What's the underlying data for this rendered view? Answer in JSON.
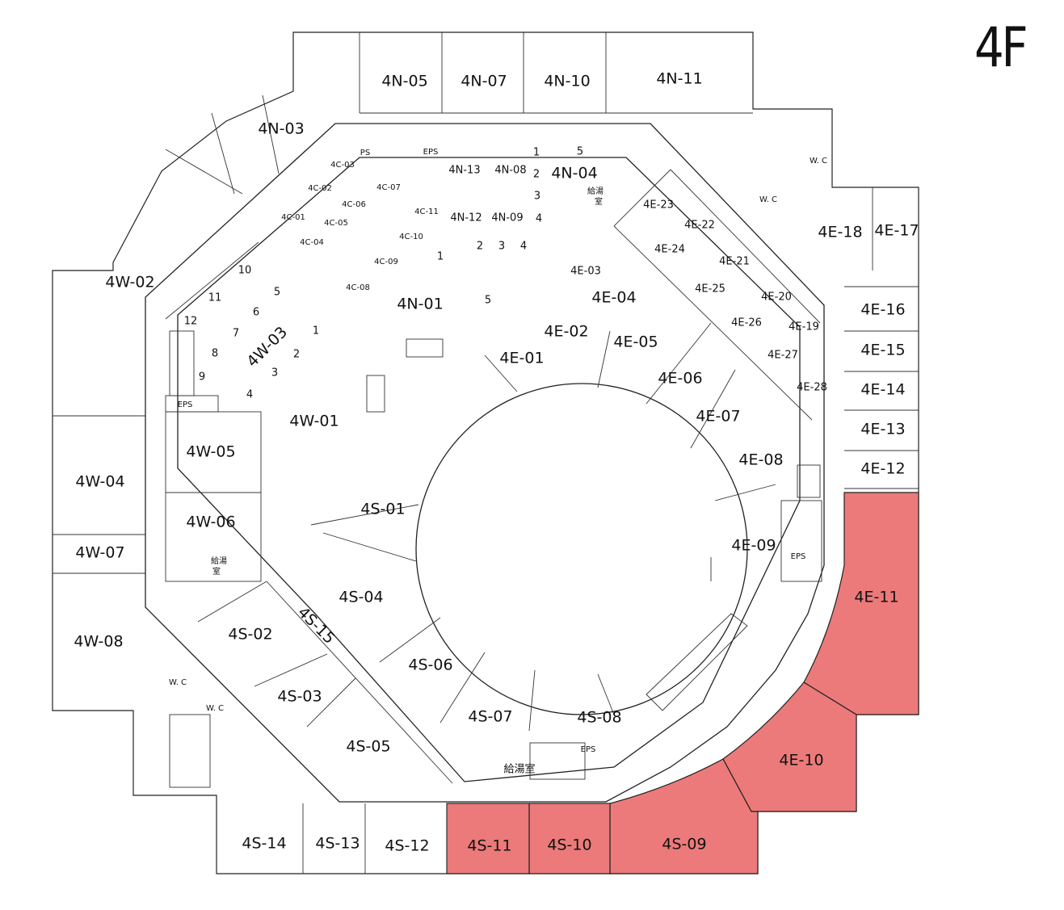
{
  "floor_label": "4F",
  "highlight_color": "#ec7a7a",
  "highlighted_units": [
    "4E-11",
    "4E-10",
    "4S-09",
    "4S-10",
    "4S-11"
  ],
  "units": {
    "north": [
      "4N-01",
      "4N-03",
      "4N-04",
      "4N-05",
      "4N-07",
      "4N-08",
      "4N-09",
      "4N-10",
      "4N-11",
      "4N-12",
      "4N-13"
    ],
    "east": [
      "4E-01",
      "4E-02",
      "4E-03",
      "4E-04",
      "4E-05",
      "4E-06",
      "4E-07",
      "4E-08",
      "4E-09",
      "4E-10",
      "4E-11",
      "4E-12",
      "4E-13",
      "4E-14",
      "4E-15",
      "4E-16",
      "4E-17",
      "4E-18",
      "4E-19",
      "4E-20",
      "4E-21",
      "4E-22",
      "4E-23",
      "4E-24",
      "4E-25",
      "4E-26",
      "4E-27",
      "4E-28"
    ],
    "south": [
      "4S-01",
      "4S-02",
      "4S-03",
      "4S-04",
      "4S-05",
      "4S-06",
      "4S-07",
      "4S-08",
      "4S-09",
      "4S-10",
      "4S-11",
      "4S-12",
      "4S-13",
      "4S-14",
      "4S-15"
    ],
    "west": [
      "4W-01",
      "4W-02",
      "4W-03",
      "4W-04",
      "4W-05",
      "4W-06",
      "4W-07",
      "4W-08"
    ],
    "center": [
      "4C-01",
      "4C-02",
      "4C-03",
      "4C-04",
      "4C-05",
      "4C-06",
      "4C-07",
      "4C-08",
      "4C-09",
      "4C-10",
      "4C-11"
    ]
  },
  "facility_labels": {
    "eps": "EPS",
    "ps": "PS",
    "wc": "W. C",
    "kitchen": "給湯室",
    "kitchen_stack_a": "給湯",
    "kitchen_stack_b": "室"
  },
  "small_room_numbers": [
    "1",
    "2",
    "3",
    "4",
    "5",
    "6",
    "7",
    "8",
    "9",
    "10",
    "11",
    "12"
  ]
}
